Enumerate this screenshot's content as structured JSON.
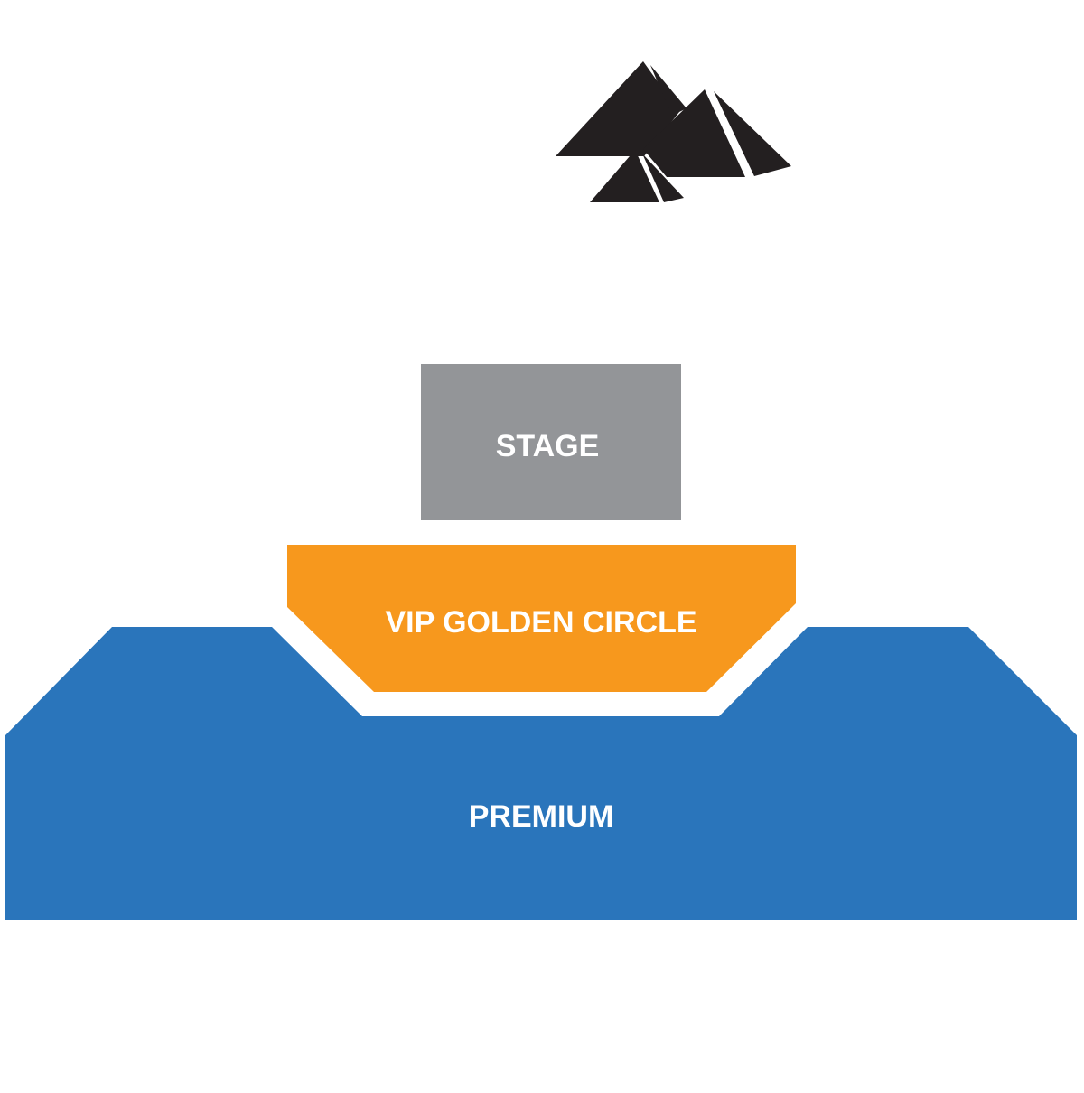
{
  "map": {
    "landmark_icon": "pyramids-icon",
    "zones": {
      "stage": {
        "label": "STAGE",
        "color": "#939598"
      },
      "vip": {
        "label": "VIP GOLDEN CIRCLE",
        "color": "#F7981D"
      },
      "premium": {
        "label": "PREMIUM",
        "color": "#2A75BB"
      }
    },
    "icon_color": "#231F20"
  }
}
